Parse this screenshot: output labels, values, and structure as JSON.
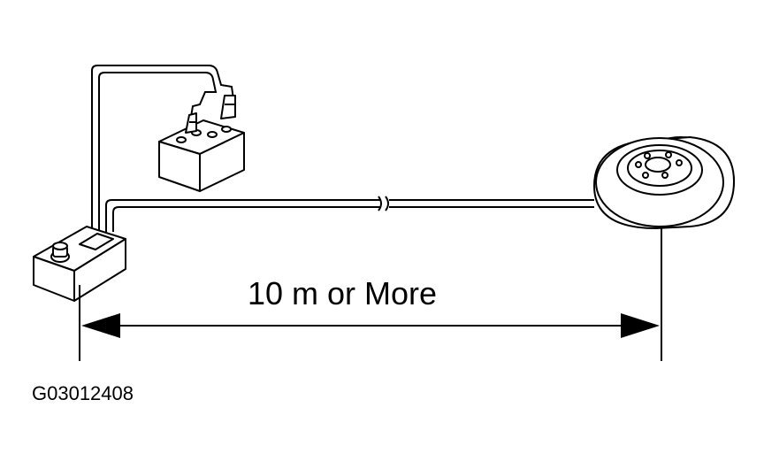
{
  "dimension": {
    "label": "10 m or More"
  },
  "figure_code": "G03012408",
  "components": {
    "tester_icon": "timing-light-tester",
    "battery_icon": "battery",
    "tire_icon": "tire-wheel"
  },
  "colors": {
    "line": "#000000",
    "background": "#ffffff"
  }
}
